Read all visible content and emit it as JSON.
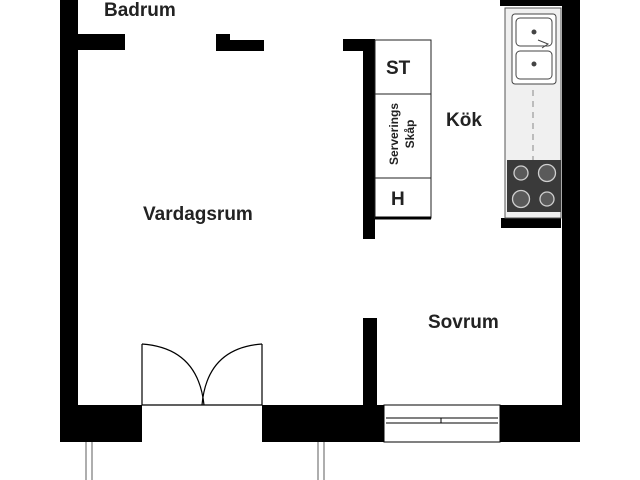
{
  "rooms": {
    "badrum": "Badrum",
    "vardagsrum": "Vardagsrum",
    "kok": "Kök",
    "sovrum": "Sovrum"
  },
  "fixtures": {
    "st": "ST",
    "serverings": "Serverings",
    "skap": "Skåp",
    "h": "H"
  },
  "colors": {
    "wall": "#000000",
    "fixture_fill": "#ffffff",
    "counter": "#f0f0f0",
    "hob": "#3a3a3a",
    "text": "#222222"
  }
}
